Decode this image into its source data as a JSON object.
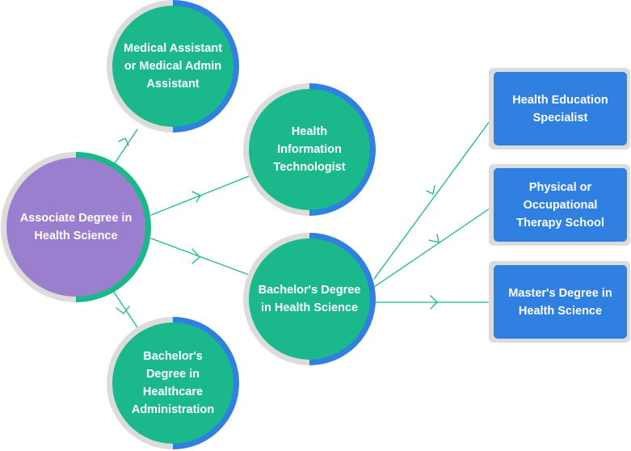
{
  "colors": {
    "root_fill": "#9b7fcf",
    "node_fill": "#1ab88a",
    "ring_gray": "#dcdcdc",
    "ring_blue": "#2f80e0",
    "ring_green": "#1ab88a",
    "box_fill": "#2f80e0",
    "box_border": "#dcdcdc",
    "connector": "#1ab88a",
    "text": "#ffffff"
  },
  "root": {
    "label": "Associate Degree in Health Science"
  },
  "nodes": {
    "medical_assistant": {
      "label": "Medical Assistant or Medical Admin Assistant"
    },
    "health_info_tech": {
      "label": "Health Information Technologist"
    },
    "bachelors_health_science": {
      "label": "Bachelor's Degree in Health Science"
    },
    "bachelors_healthcare_admin": {
      "label": "Bachelor's Degree in Healthcare Administration"
    }
  },
  "outcomes": {
    "health_education_specialist": {
      "label": "Health Education Specialist"
    },
    "physical_occupational_therapy": {
      "label": "Physical or Occupational Therapy School"
    },
    "masters_health_science": {
      "label": "Master's Degree in Health Science"
    }
  }
}
